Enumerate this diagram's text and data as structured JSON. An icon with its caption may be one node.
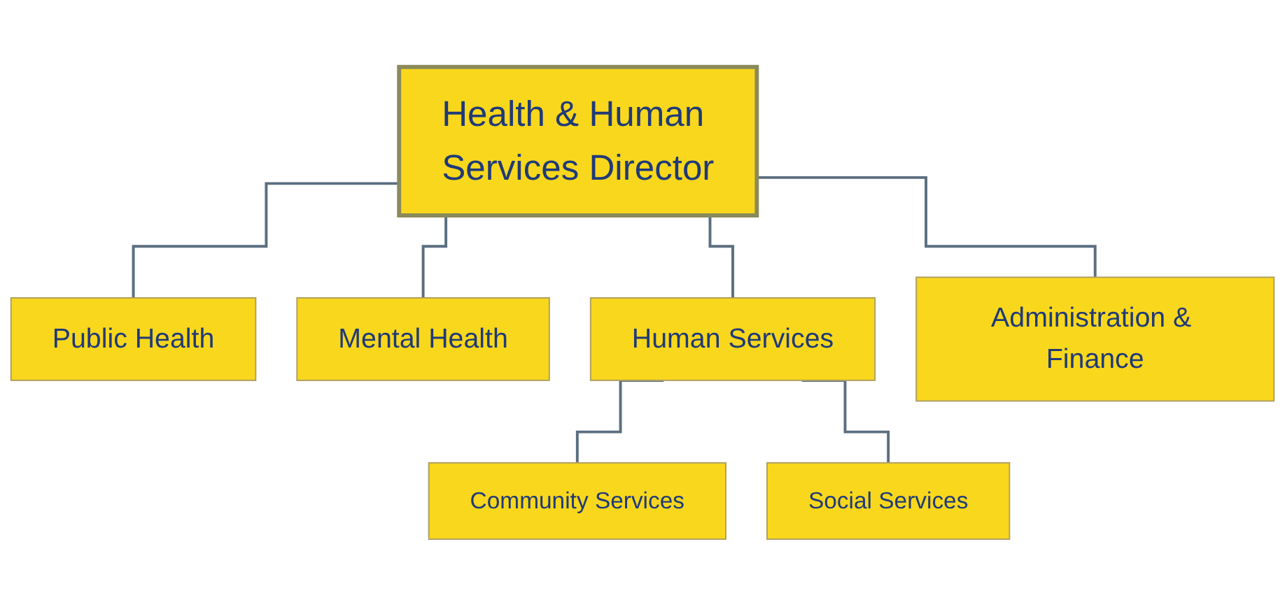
{
  "diagram": {
    "nodes": [
      {
        "text": [
          "Health & Human Services Director"
        ]
      },
      {
        "text": [
          "Public Health"
        ]
      },
      {
        "text": [
          "Mental Health"
        ]
      },
      {
        "text": [
          "Human Services"
        ]
      },
      {
        "text": [
          "Administration & Finance"
        ]
      },
      {
        "text": [
          "Community Services"
        ]
      },
      {
        "text": [
          "Social Services"
        ]
      }
    ],
    "edges": [
      {
        "from": 0,
        "to": 1,
        "arrow": "none"
      },
      {
        "from": 0,
        "to": 2,
        "arrow": "none"
      },
      {
        "from": 0,
        "to": 3,
        "arrow": "none"
      },
      {
        "from": 0,
        "to": 4,
        "arrow": "none"
      },
      {
        "from": 3,
        "to": 5,
        "arrow": "none"
      },
      {
        "from": 3,
        "to": 6,
        "arrow": "none"
      }
    ]
  }
}
